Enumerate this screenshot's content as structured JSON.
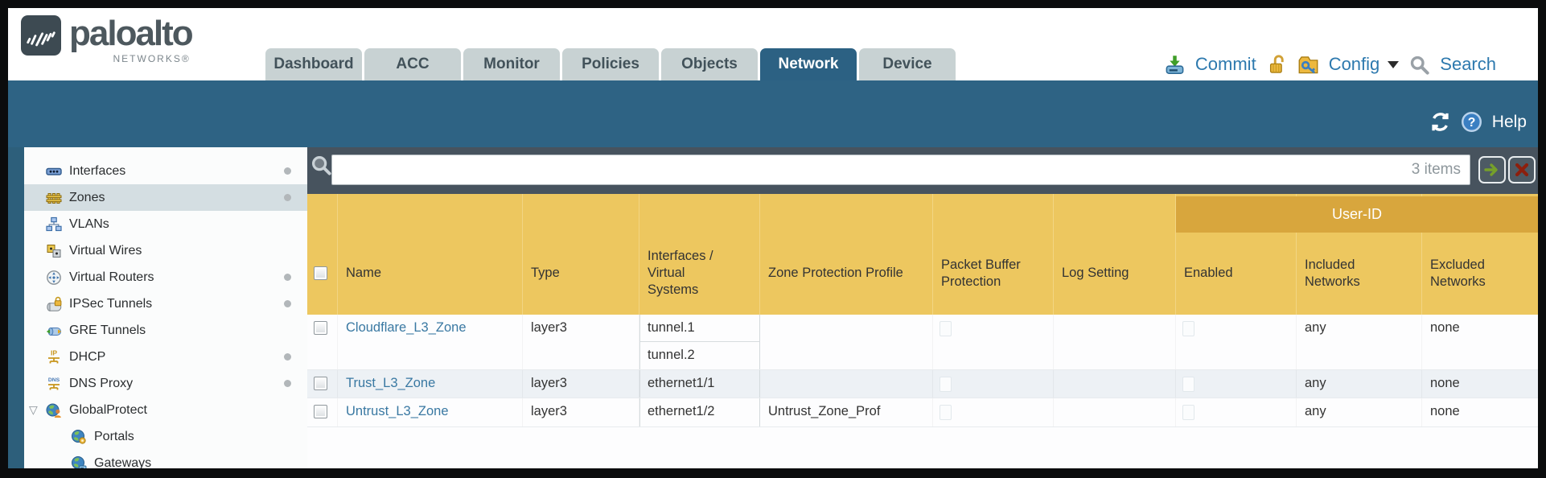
{
  "brand": {
    "wordmark": "paloalto",
    "sub": "NETWORKS®"
  },
  "tabs": [
    {
      "label": "Dashboard",
      "active": false
    },
    {
      "label": "ACC",
      "active": false
    },
    {
      "label": "Monitor",
      "active": false
    },
    {
      "label": "Policies",
      "active": false
    },
    {
      "label": "Objects",
      "active": false
    },
    {
      "label": "Network",
      "active": true
    },
    {
      "label": "Device",
      "active": false
    }
  ],
  "utility": {
    "commit_label": "Commit",
    "config_label": "Config",
    "search_label": "Search"
  },
  "band": {
    "help_label": "Help"
  },
  "sidebar": {
    "items": [
      {
        "label": "Interfaces"
      },
      {
        "label": "Zones"
      },
      {
        "label": "VLANs"
      },
      {
        "label": "Virtual Wires"
      },
      {
        "label": "Virtual Routers"
      },
      {
        "label": "IPSec Tunnels"
      },
      {
        "label": "GRE Tunnels"
      },
      {
        "label": "DHCP"
      },
      {
        "label": "DNS Proxy"
      },
      {
        "label": "GlobalProtect"
      },
      {
        "label": "Portals"
      },
      {
        "label": "Gateways"
      }
    ]
  },
  "filter": {
    "items_count": "3 items",
    "query": ""
  },
  "table": {
    "group_header": "User-ID",
    "headers": {
      "name": "Name",
      "type": "Type",
      "interfaces": "Interfaces / Virtual Systems",
      "zone_protection": "Zone Protection Profile",
      "packet_buffer": "Packet Buffer Protection",
      "log_setting": "Log Setting",
      "enabled": "Enabled",
      "included": "Included Networks",
      "excluded": "Excluded Networks"
    },
    "rows": [
      {
        "name": "Cloudflare_L3_Zone",
        "type": "layer3",
        "interfaces": [
          "tunnel.1",
          "tunnel.2"
        ],
        "zone_protection": "",
        "log_setting": "",
        "included": "any",
        "excluded": "none"
      },
      {
        "name": "Trust_L3_Zone",
        "type": "layer3",
        "interfaces": [
          "ethernet1/1"
        ],
        "zone_protection": "",
        "log_setting": "",
        "included": "any",
        "excluded": "none"
      },
      {
        "name": "Untrust_L3_Zone",
        "type": "layer3",
        "interfaces": [
          "ethernet1/2"
        ],
        "zone_protection": "Untrust_Zone_Prof",
        "log_setting": "",
        "included": "any",
        "excluded": "none"
      }
    ]
  },
  "colors": {
    "teal_band": "#2e6384",
    "header_gold": "#edc75f",
    "group_band_gold": "#d8a63d",
    "link_blue": "#3978a2",
    "filter_bar": "#47535e",
    "tab_inactive": "#c8d2d3"
  }
}
